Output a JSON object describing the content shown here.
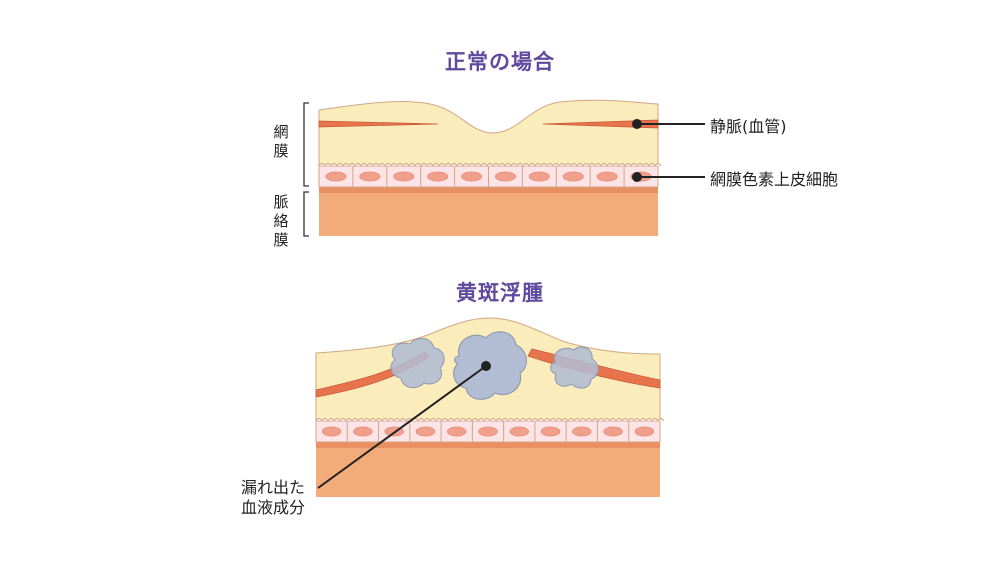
{
  "normal_case": {
    "title": "正常の場合",
    "retina_label": "網膜",
    "choroid_label": "脈絡膜",
    "vein_label": "静脈(血管)",
    "rpe_label": "網膜色素上皮細胞"
  },
  "edema_case": {
    "title": "黄斑浮腫",
    "leak_label_line1": "漏れ出た",
    "leak_label_line2": "血液成分"
  },
  "colors": {
    "retina": "#fbecbb",
    "choroid": "#f4ab7a",
    "vessel": "#e8744e",
    "cell_fill": "#fce4e7",
    "nucleus": "#f1a08c",
    "fluid": "#b2bcd2",
    "outline": "#d1a785",
    "title": "#5f4a9e"
  }
}
